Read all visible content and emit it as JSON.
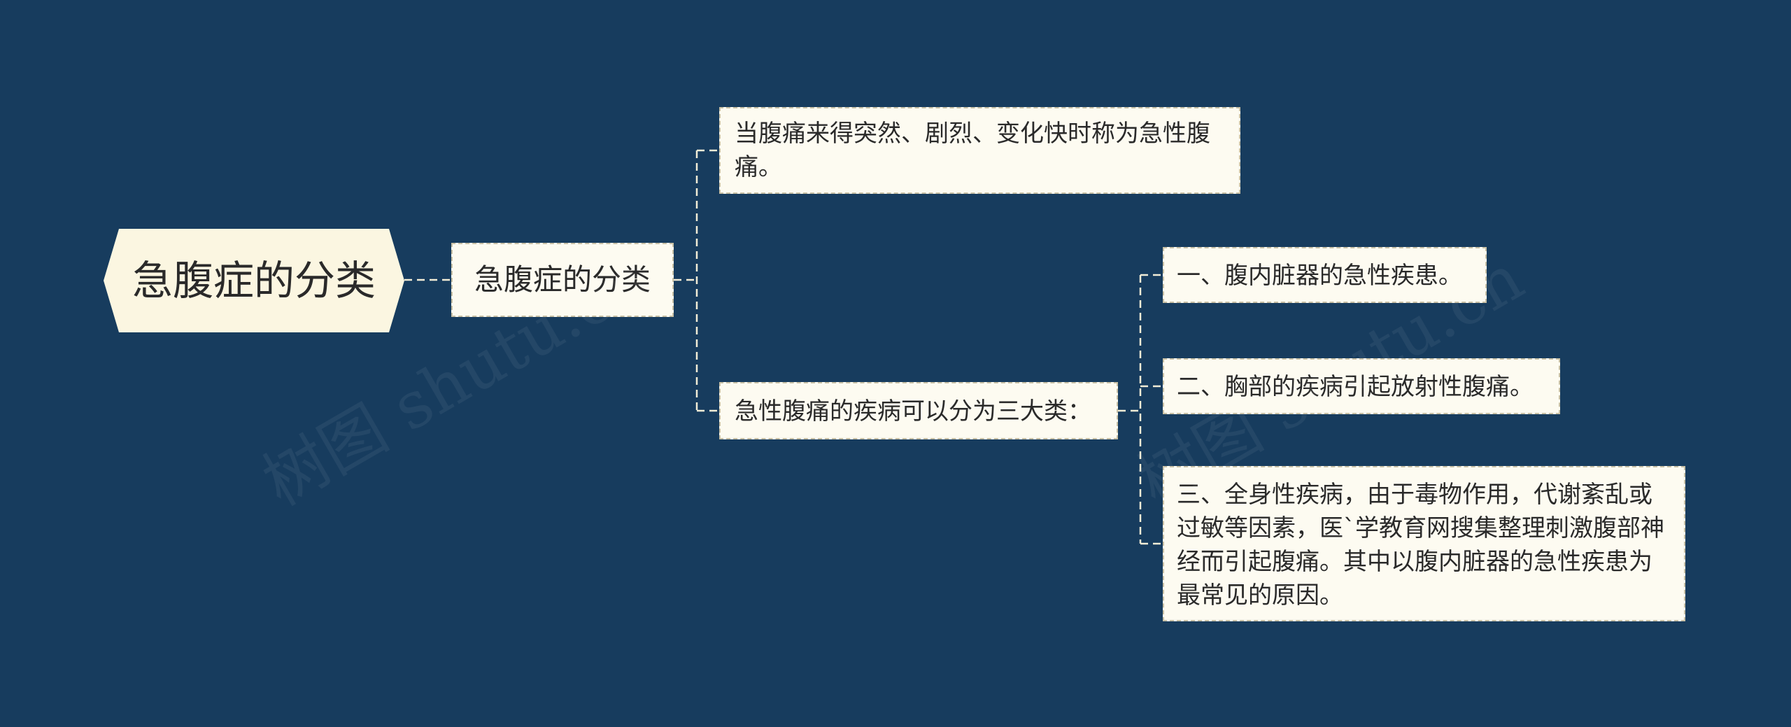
{
  "root": {
    "label": "急腹症的分类"
  },
  "level1": {
    "label": "急腹症的分类"
  },
  "level2": [
    {
      "label": "当腹痛来得突然、剧烈、变化快时称为急性腹痛。"
    },
    {
      "label": "急性腹痛的疾病可以分为三大类："
    }
  ],
  "level3": [
    {
      "label": "一、腹内脏器的急性疾患。"
    },
    {
      "label": "二、胸部的疾病引起放射性腹痛。"
    },
    {
      "label": "三、全身性疾病，由于毒物作用，代谢紊乱或过敏等因素，医`学教育网搜集整理刺激腹部神经而引起腹痛。其中以腹内脏器的急性疾患为最常见的原因。"
    }
  ],
  "watermark": {
    "text": "树图 shutu.cn"
  },
  "colors": {
    "background": "#173c5e",
    "root_fill": "#fbf6e1",
    "box_fill": "#fdfbf1",
    "box_border": "#c9c1a6",
    "connector": "#f1ecd6",
    "text": "#2a2a2a"
  }
}
